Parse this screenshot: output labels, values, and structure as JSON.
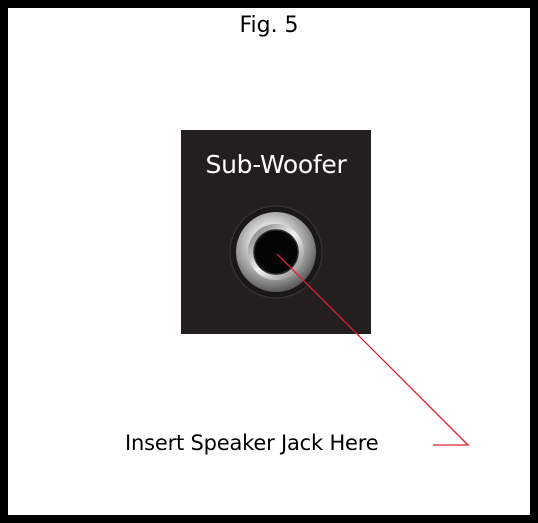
{
  "figure": {
    "title": "Fig. 5"
  },
  "panel": {
    "label": "Sub-Woofer",
    "background_color": "#231f20",
    "jack_icon": "audio-jack-socket-icon"
  },
  "callout": {
    "text": "Insert Speaker Jack Here",
    "leader_color": "#e0202e"
  }
}
